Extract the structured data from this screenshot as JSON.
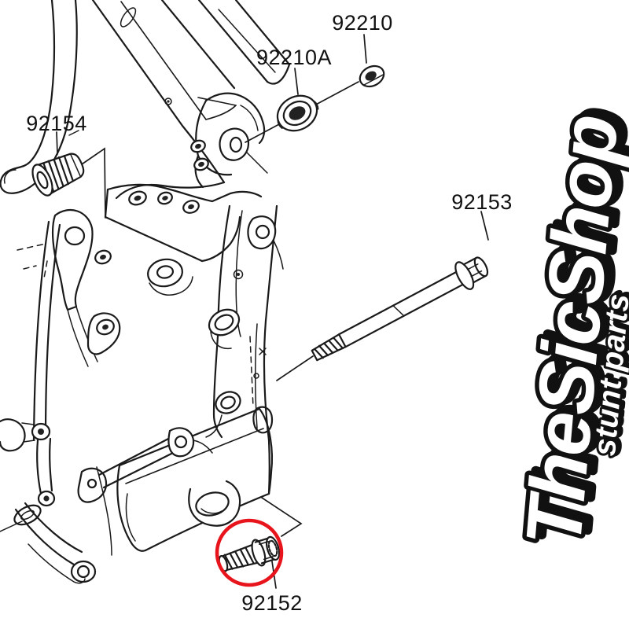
{
  "diagram": {
    "part_labels": [
      {
        "id": "92210",
        "text": "92210"
      },
      {
        "id": "92210A",
        "text": "92210A"
      },
      {
        "id": "92154",
        "text": "92154"
      },
      {
        "id": "92153",
        "text": "92153"
      },
      {
        "id": "92152",
        "text": "92152"
      }
    ],
    "highlighted_part": "92152",
    "highlight_color": "#e8141c",
    "line_color": "#1a1a1a",
    "background_color": "#ffffff"
  },
  "watermark": {
    "brand": "TheSicShop",
    "tagline": "stunt parts",
    "fill_color": "#ffffff",
    "outline_color": "#111111"
  }
}
